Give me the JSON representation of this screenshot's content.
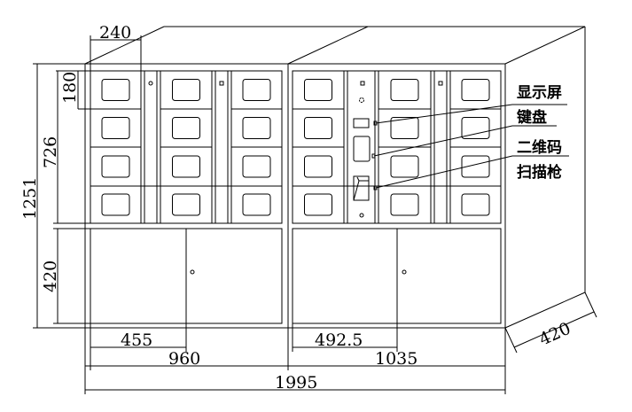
{
  "dimensions": {
    "locker_width": "240",
    "locker_height": "180",
    "upper_height": "726",
    "total_height": "1251",
    "lower_height": "420",
    "left_door_width": "455",
    "left_cabinet_width": "960",
    "right_door_width": "492.5",
    "right_cabinet_width": "1035",
    "total_width": "1995",
    "depth": "420"
  },
  "labels": {
    "display": "显示屏",
    "keypad": "键盘",
    "scanner_line1": "二维码",
    "scanner_line2": "扫描枪"
  }
}
